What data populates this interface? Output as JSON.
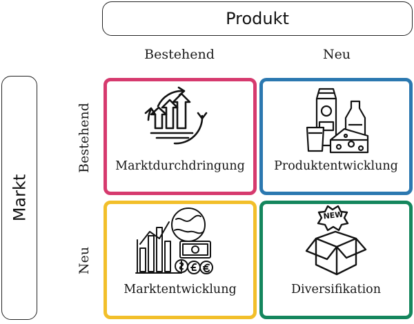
{
  "axis": {
    "product_label": "Produkt",
    "market_label": "Markt"
  },
  "columns": {
    "existing": "Bestehend",
    "new": "Neu"
  },
  "rows": {
    "existing": "Bestehend",
    "new": "Neu"
  },
  "cells": {
    "market_penetration": {
      "label": "Marktdurchdringung",
      "color": "#d63a6e",
      "icon": "growth-chart-cycle-icon"
    },
    "product_development": {
      "label": "Produktentwicklung",
      "color": "#2b78b0",
      "icon": "grocery-products-icon"
    },
    "market_development": {
      "label": "Marktentwicklung",
      "color": "#f2bf2a",
      "icon": "global-market-money-icon"
    },
    "diversification": {
      "label": "Diversifikation",
      "color": "#14865d",
      "icon": "new-product-box-icon"
    }
  },
  "icon_text": {
    "new_badge": "NEW"
  }
}
